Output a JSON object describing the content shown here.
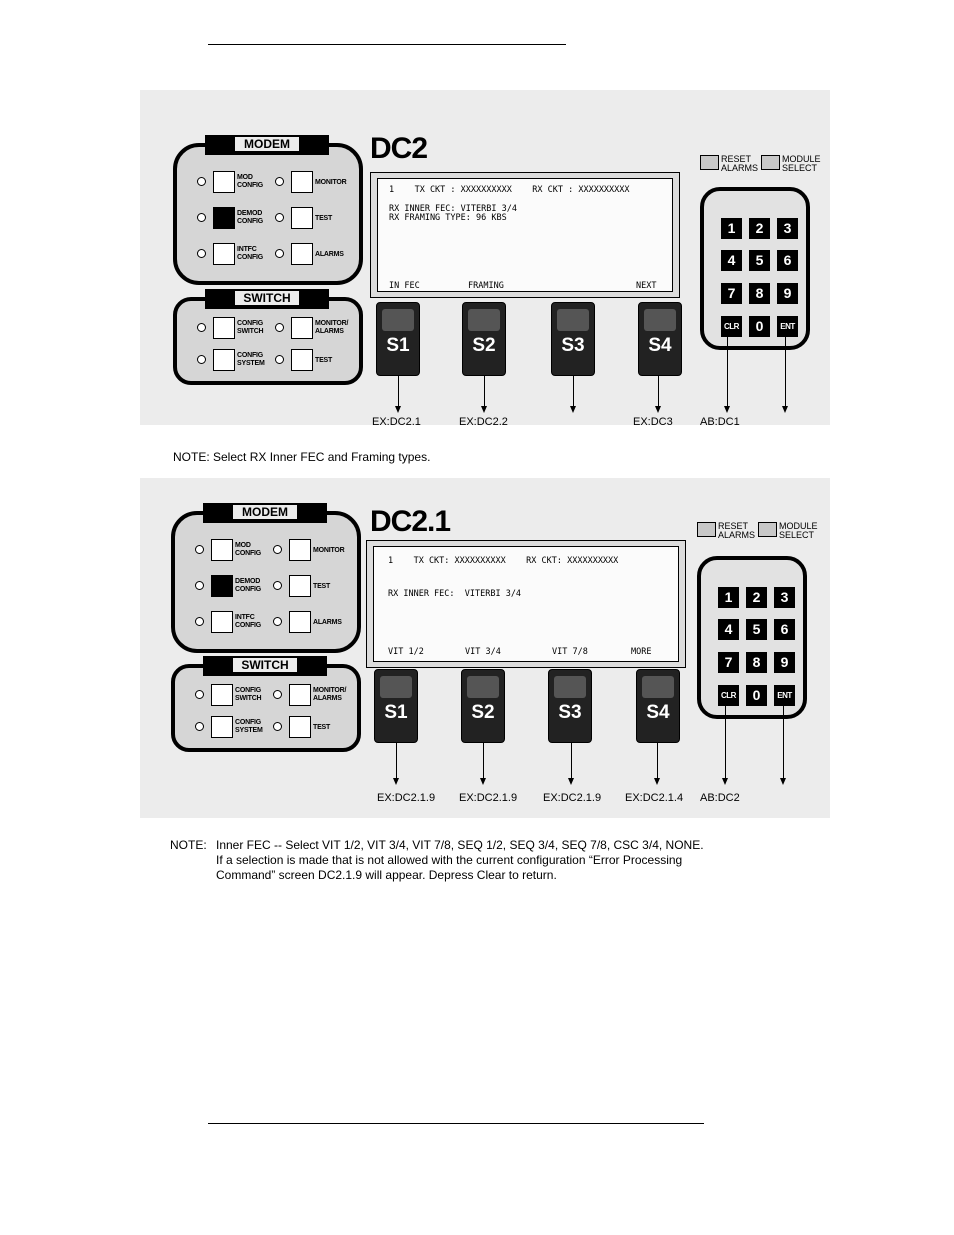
{
  "figure1": {
    "title": "DC2",
    "modem_label": "MODEM",
    "switch_label": "SWITCH",
    "modem_keys": [
      "MOD\nCONFIG",
      "MONITOR",
      "DEMOD\nCONFIG",
      "TEST",
      "INTFC\nCONFIG",
      "ALARMS"
    ],
    "switch_keys": [
      "CONFIG\nSWITCH",
      "MONITOR/\nALARMS",
      "CONFIG\nSYSTEM",
      "TEST"
    ],
    "lcd_lines": [
      "1    TX CKT : XXXXXXXXXX    RX CKT : XXXXXXXXXX",
      "RX INNER FEC: VITERBI 3/4",
      "RX FRAMING TYPE: 96 KBS"
    ],
    "softkey_labels": [
      "IN FEC",
      "FRAMING",
      "",
      "NEXT"
    ],
    "softkeys": [
      "S1",
      "S2",
      "S3",
      "S4"
    ],
    "reset_label": "RESET\nALARMS",
    "module_label": "MODULE\nSELECT",
    "keypad": [
      "1",
      "2",
      "3",
      "4",
      "5",
      "6",
      "7",
      "8",
      "9",
      "CLR",
      "0",
      "ENT"
    ],
    "exits": [
      "EX:DC2.1",
      "EX:DC2.2",
      "",
      "EX:DC3",
      "AB:DC1",
      ""
    ],
    "note": "NOTE: Select RX Inner FEC and Framing types."
  },
  "figure2": {
    "title": "DC2.1",
    "modem_label": "MODEM",
    "switch_label": "SWITCH",
    "modem_keys": [
      "MOD\nCONFIG",
      "MONITOR",
      "DEMOD\nCONFIG",
      "TEST",
      "INTFC\nCONFIG",
      "ALARMS"
    ],
    "switch_keys": [
      "CONFIG\nSWITCH",
      "MONITOR/\nALARMS",
      "CONFIG\nSYSTEM",
      "TEST"
    ],
    "lcd_lines": [
      "1    TX CKT: XXXXXXXXXX    RX CKT: XXXXXXXXXX",
      "RX INNER FEC:  VITERBI 3/4",
      ""
    ],
    "softkey_labels": [
      "VIT 1/2",
      "VIT 3/4",
      "VIT 7/8",
      "MORE"
    ],
    "softkeys": [
      "S1",
      "S2",
      "S3",
      "S4"
    ],
    "reset_label": "RESET\nALARMS",
    "module_label": "MODULE\nSELECT",
    "keypad": [
      "1",
      "2",
      "3",
      "4",
      "5",
      "6",
      "7",
      "8",
      "9",
      "CLR",
      "0",
      "ENT"
    ],
    "exits": [
      "EX:DC2.1.9",
      "EX:DC2.1.9",
      "EX:DC2.1.9",
      "EX:DC2.1.4",
      "AB:DC2",
      ""
    ],
    "note_prefix": "NOTE:",
    "note_lines": [
      "Inner FEC -- Select VIT 1/2, VIT 3/4, VIT 7/8, SEQ 1/2, SEQ 3/4, SEQ 7/8, CSC 3/4, NONE.",
      "If a selection is made that is not allowed with the current configuration “Error Processing",
      "Command” screen DC2.1.9 will appear. Depress Clear to return."
    ]
  }
}
